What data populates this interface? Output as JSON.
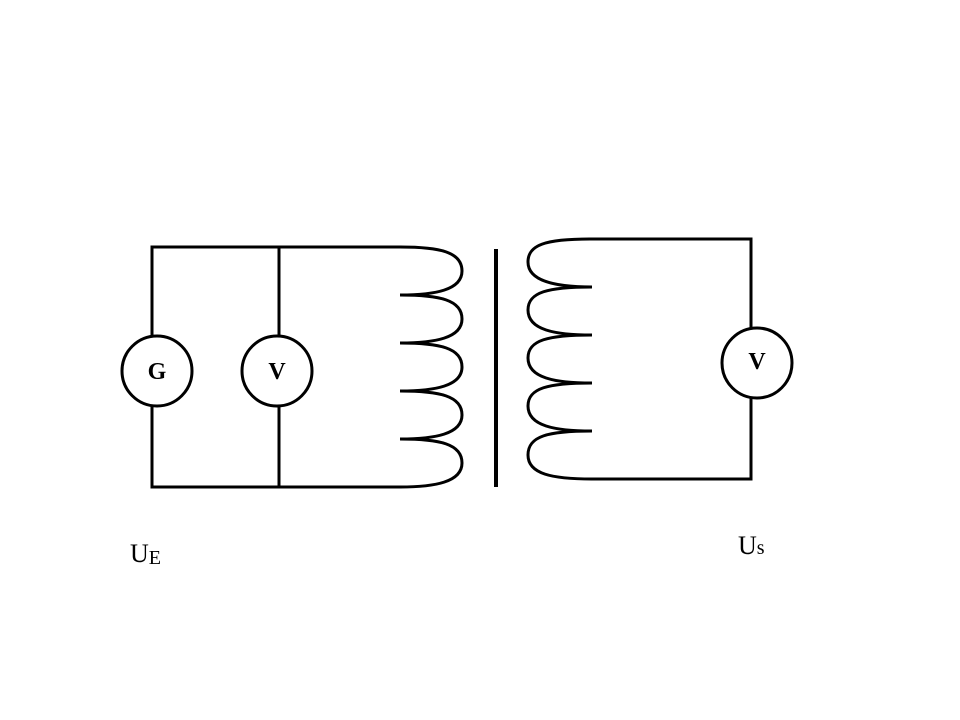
{
  "primary": {
    "generator_label": "G",
    "voltmeter_label": "V",
    "voltage_symbol": "U",
    "voltage_subscript": "E"
  },
  "secondary": {
    "voltmeter_label": "V",
    "voltage_symbol": "U",
    "voltage_subscript": "s"
  }
}
